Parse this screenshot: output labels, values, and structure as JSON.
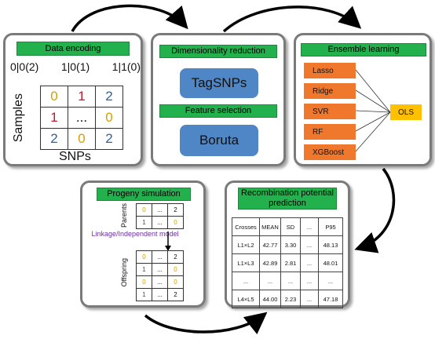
{
  "data_encoding": {
    "title": "Data encoding",
    "genotypes": [
      "0|0(2)",
      "1|0(1)",
      "1|1(0)"
    ],
    "samples_label": "Samples",
    "snps_label": "SNPs",
    "matrix": [
      [
        "0",
        "1",
        "2"
      ],
      [
        "1",
        "...",
        "0"
      ],
      [
        "2",
        "0",
        "2"
      ]
    ]
  },
  "dim_reduction": {
    "title": "Dimensionality reduction",
    "method": "TagSNPs",
    "feature_title": "Feature selection",
    "feature_method": "Boruta"
  },
  "ensemble": {
    "title": "Ensemble learning",
    "models": [
      "Lasso",
      "Ridge",
      "SVR",
      "RF",
      "XGBoost"
    ],
    "meta": "OLS"
  },
  "progeny": {
    "title": "Progeny simulation",
    "parents_label": "Parents",
    "parents": [
      [
        "0",
        "...",
        "2"
      ],
      [
        "1",
        "...",
        "0"
      ]
    ],
    "model_label": "Linkage/Independent model",
    "offspring_label": "Offspring",
    "offspring": [
      [
        "0",
        "...",
        "2"
      ],
      [
        "1",
        "...",
        "0"
      ],
      [
        "0",
        "...",
        "0"
      ],
      [
        "1",
        "...",
        "2"
      ]
    ]
  },
  "recombination": {
    "title": "Recombination potential prediction",
    "headers": [
      "Crosses",
      "MEAN",
      "SD",
      "...",
      "P95"
    ],
    "rows": [
      [
        "L1×L2",
        "42.77",
        "3.30",
        "...",
        "48.13"
      ],
      [
        "L1×L3",
        "42.89",
        "2.81",
        "...",
        "48.01"
      ],
      [
        "...",
        "...",
        "...",
        "...",
        "..."
      ],
      [
        "L4×L5",
        "44.00",
        "2.23",
        "...",
        "47.18"
      ]
    ]
  },
  "colors": {
    "green": "#22b14c",
    "blue": "#4f86c6",
    "orange": "#f0782c",
    "yellow": "#ffc000",
    "value_0": "#d4a000",
    "value_1": "#c0182c",
    "value_2": "#2f5ea8"
  }
}
